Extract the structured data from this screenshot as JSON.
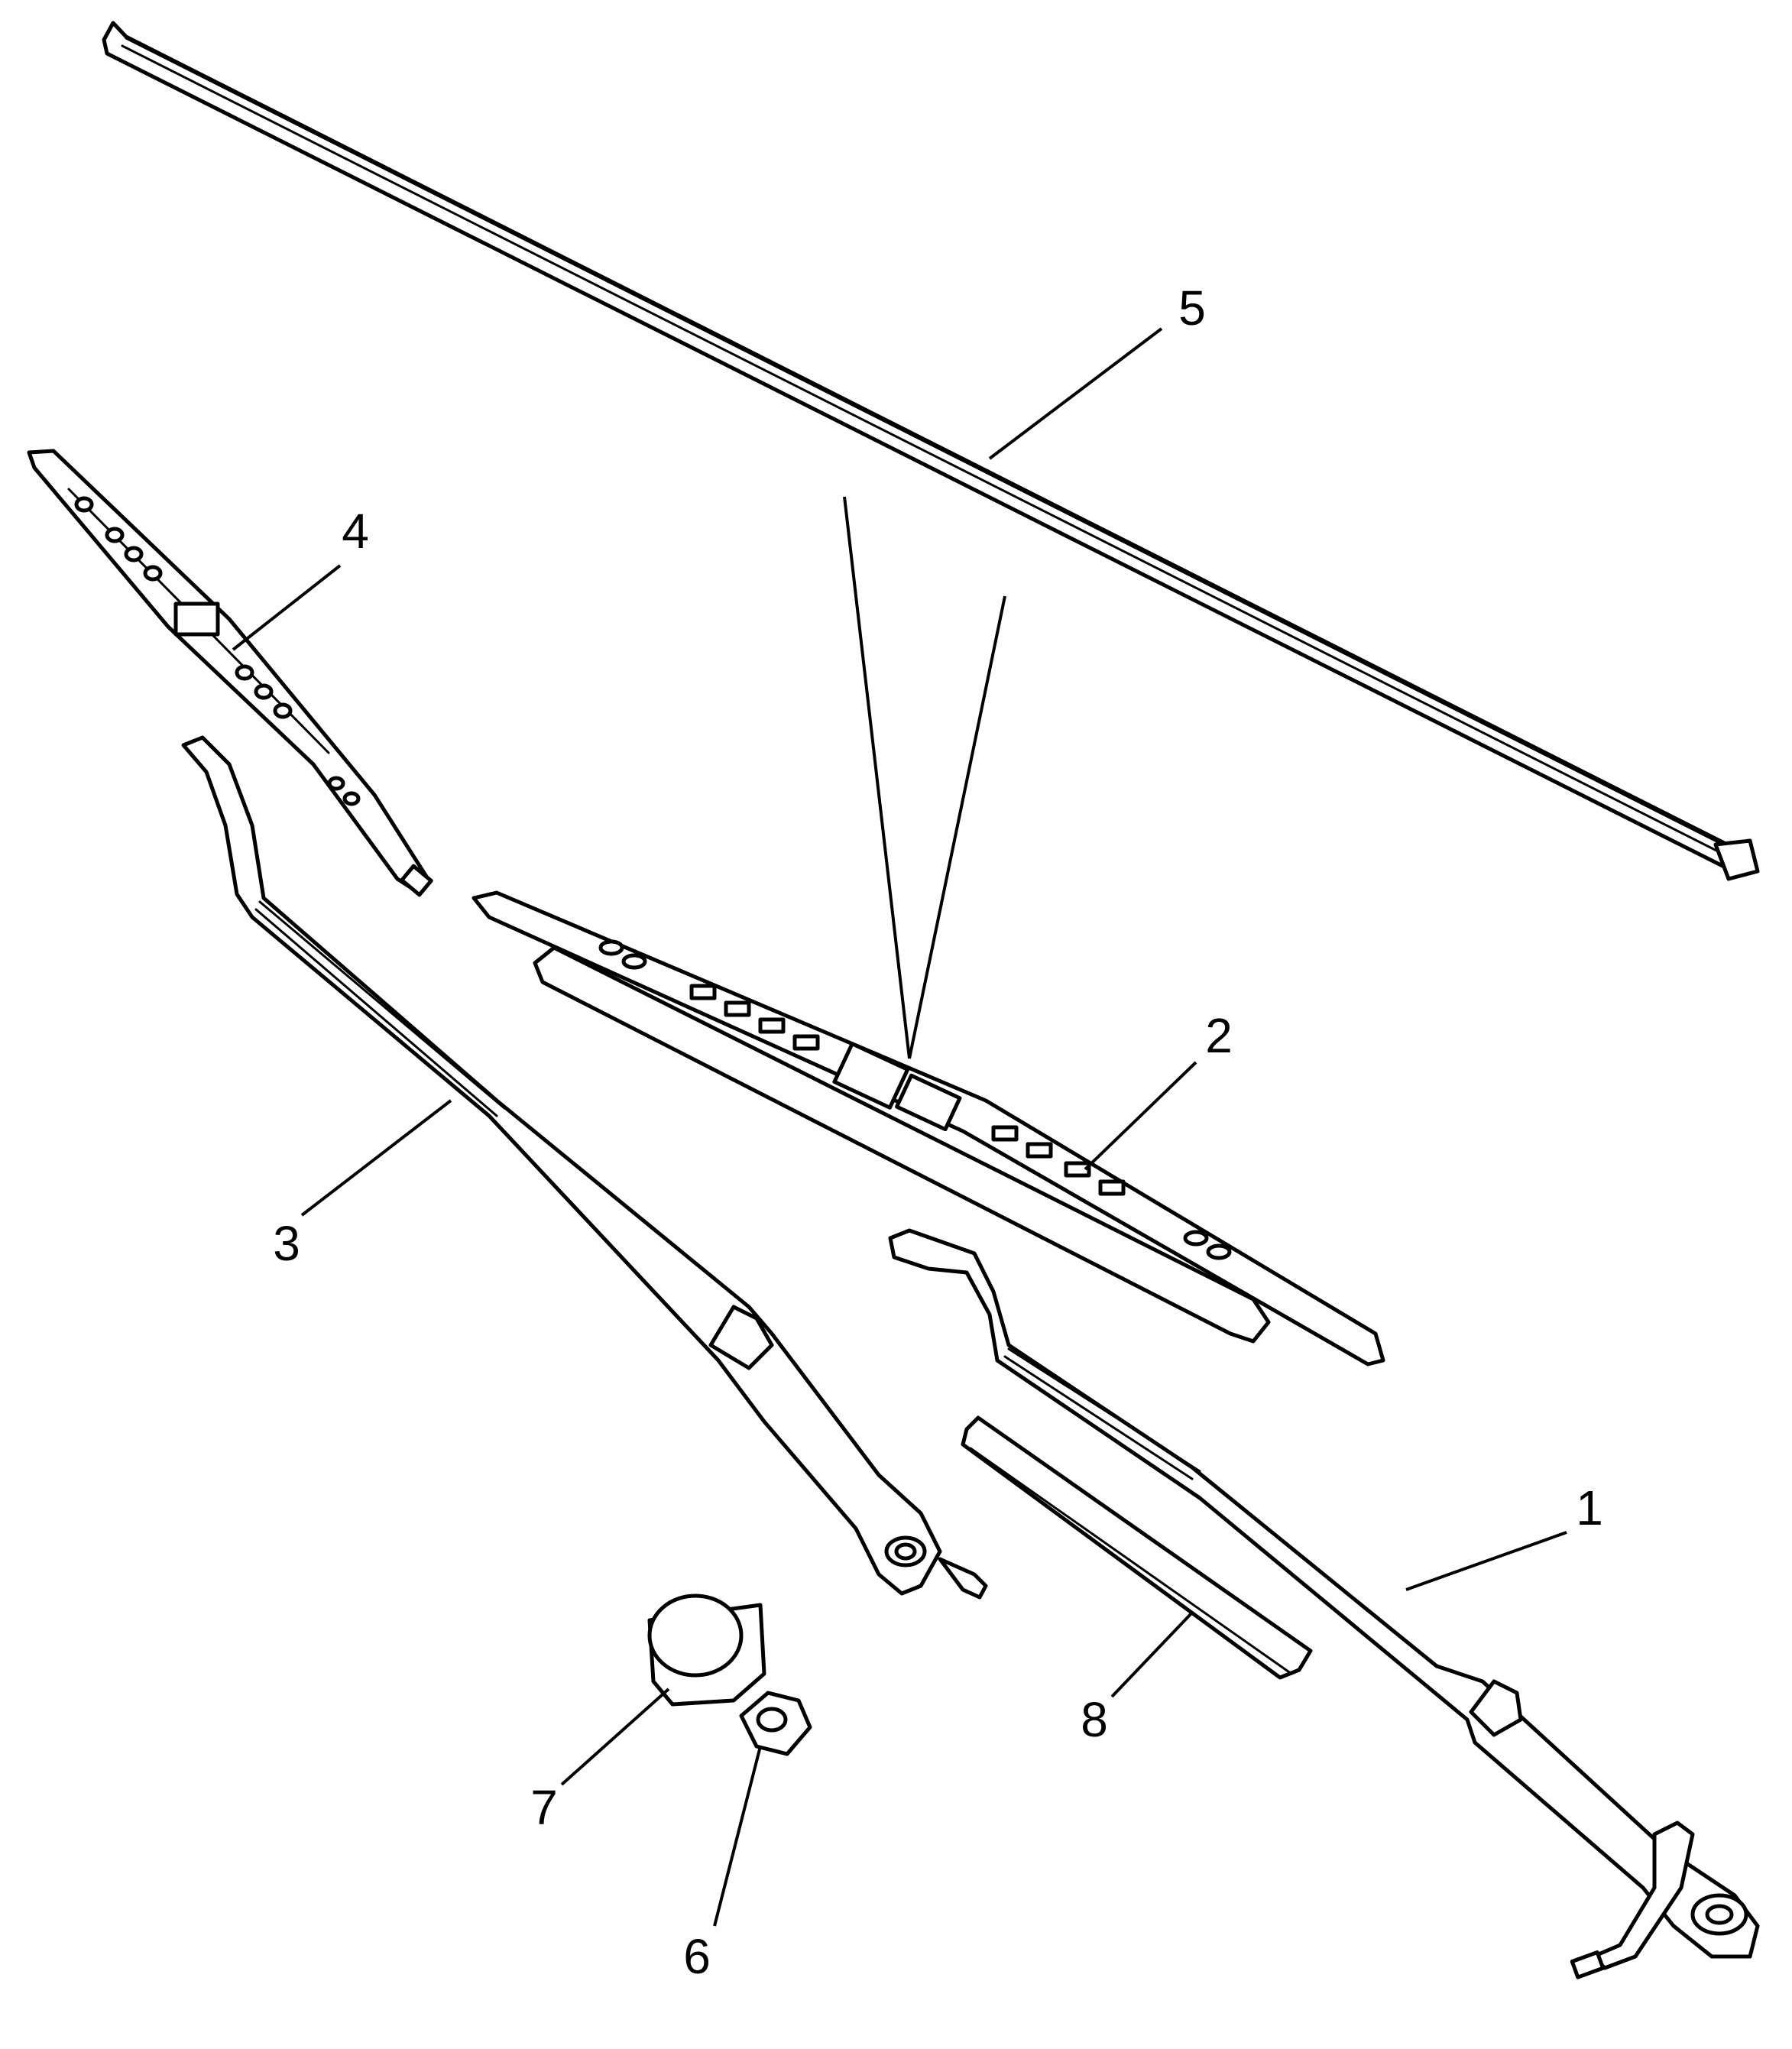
{
  "diagram": {
    "parts": [
      {
        "id": "1",
        "name": "wiper-arm-right"
      },
      {
        "id": "2",
        "name": "wiper-blade-right"
      },
      {
        "id": "3",
        "name": "wiper-arm-left"
      },
      {
        "id": "4",
        "name": "wiper-blade-left"
      },
      {
        "id": "5",
        "name": "wiper-blade-insert"
      },
      {
        "id": "6",
        "name": "nut"
      },
      {
        "id": "7",
        "name": "cap"
      },
      {
        "id": "8",
        "name": "spoiler"
      }
    ]
  }
}
